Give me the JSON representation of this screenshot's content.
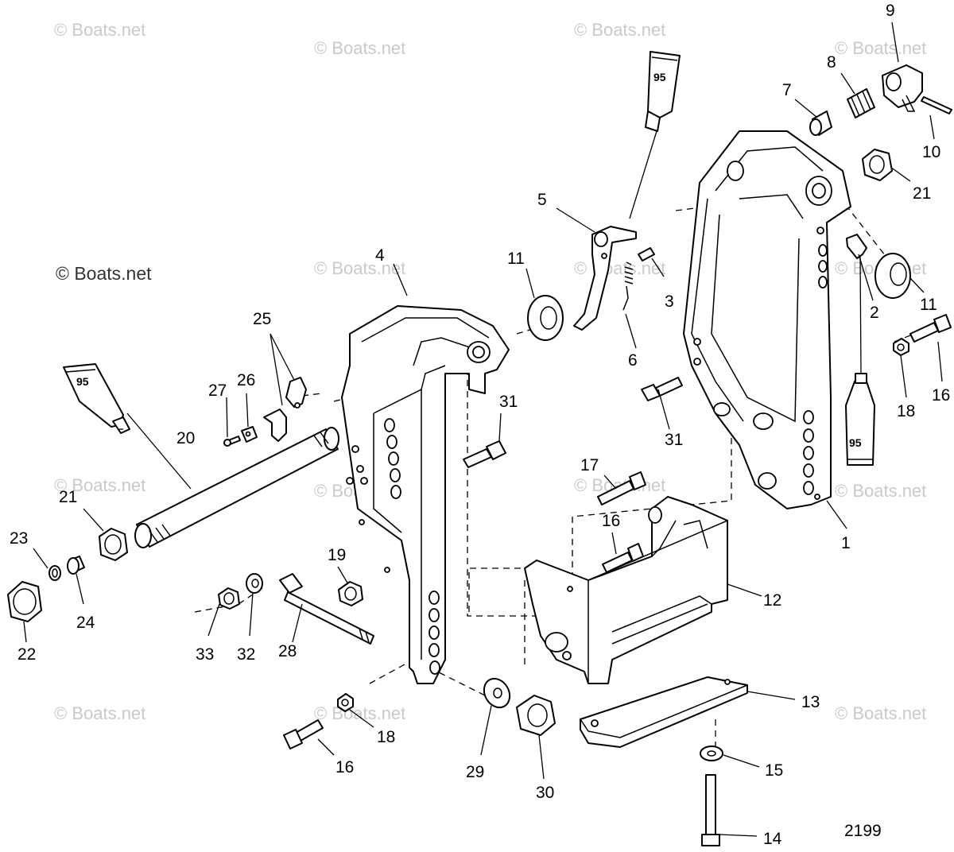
{
  "watermarks": [
    "© Boats.net",
    "© Boats.net",
    "© Boats.net",
    "© Boats.net",
    "© Boats.net",
    "© Boats.net",
    "© Boats.net",
    "© Boats.net",
    "© Boats.net",
    "© Boats.net",
    "© Boats.net",
    "© Boats.net",
    "© Boats.net",
    "© Boats.net"
  ],
  "watermark_main": "© Boats.net",
  "diagram_number": "2199",
  "tube_labels": [
    "95",
    "95",
    "95"
  ],
  "callouts": [
    {
      "id": "c9",
      "label": "9"
    },
    {
      "id": "c8",
      "label": "8"
    },
    {
      "id": "c7",
      "label": "7"
    },
    {
      "id": "c10",
      "label": "10"
    },
    {
      "id": "c21a",
      "label": "21"
    },
    {
      "id": "c5",
      "label": "5"
    },
    {
      "id": "c11a",
      "label": "11"
    },
    {
      "id": "c4",
      "label": "4"
    },
    {
      "id": "c3",
      "label": "3"
    },
    {
      "id": "c2",
      "label": "2"
    },
    {
      "id": "c11b",
      "label": "11"
    },
    {
      "id": "c6",
      "label": "6"
    },
    {
      "id": "c25",
      "label": "25"
    },
    {
      "id": "c27",
      "label": "27"
    },
    {
      "id": "c26",
      "label": "26"
    },
    {
      "id": "c31a",
      "label": "31"
    },
    {
      "id": "c31b",
      "label": "31"
    },
    {
      "id": "c18a",
      "label": "18"
    },
    {
      "id": "c16a",
      "label": "16"
    },
    {
      "id": "c20",
      "label": "20"
    },
    {
      "id": "c21b",
      "label": "21"
    },
    {
      "id": "c17",
      "label": "17"
    },
    {
      "id": "c16b",
      "label": "16"
    },
    {
      "id": "c1",
      "label": "1"
    },
    {
      "id": "c23",
      "label": "23"
    },
    {
      "id": "c19",
      "label": "19"
    },
    {
      "id": "c12",
      "label": "12"
    },
    {
      "id": "c24",
      "label": "24"
    },
    {
      "id": "c33",
      "label": "33"
    },
    {
      "id": "c32",
      "label": "32"
    },
    {
      "id": "c28",
      "label": "28"
    },
    {
      "id": "c22",
      "label": "22"
    },
    {
      "id": "c13",
      "label": "13"
    },
    {
      "id": "c18b",
      "label": "18"
    },
    {
      "id": "c16c",
      "label": "16"
    },
    {
      "id": "c29",
      "label": "29"
    },
    {
      "id": "c30",
      "label": "30"
    },
    {
      "id": "c15",
      "label": "15"
    },
    {
      "id": "c14",
      "label": "14"
    }
  ]
}
